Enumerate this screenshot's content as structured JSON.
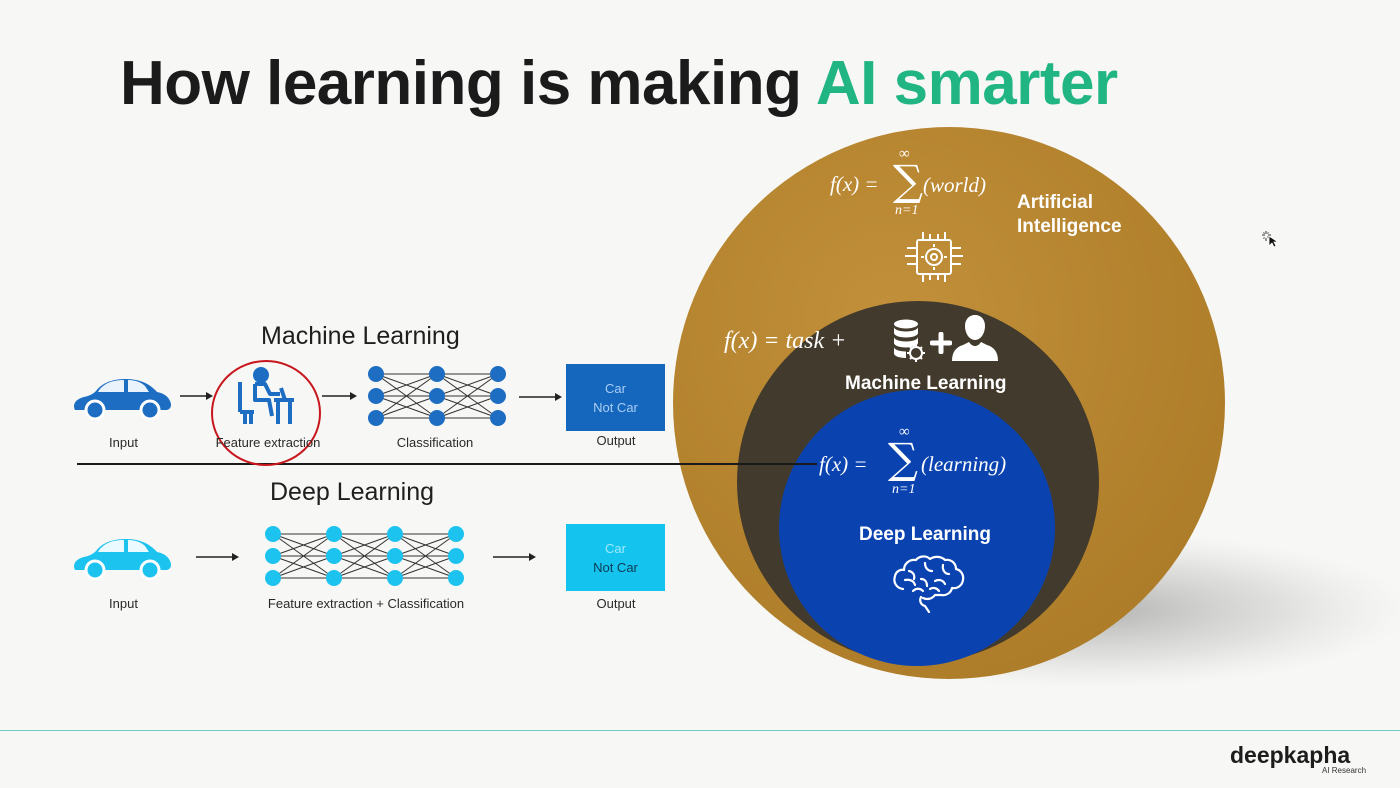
{
  "title": {
    "main": "How learning is making ",
    "accent": "AI smarter"
  },
  "machine_learning": {
    "heading": "Machine Learning",
    "captions": [
      "Input",
      "Feature extraction",
      "Classification",
      "Output"
    ],
    "output_lines": [
      "Car",
      "Not Car"
    ]
  },
  "deep_learning": {
    "heading": "Deep Learning",
    "captions": [
      "Input",
      "Feature extraction + Classification",
      "Output"
    ],
    "output_lines": [
      "Car",
      "Not Car"
    ]
  },
  "venn": {
    "ai": {
      "label_line1": "Artificial",
      "label_line2": "Intelligence",
      "formula_prefix": "f(x) = ",
      "sum_top": "∞",
      "sum_bottom": "n=1",
      "formula_term": "(world)"
    },
    "ml": {
      "label": "Machine Learning",
      "formula": "f(x) = task +"
    },
    "dl": {
      "label": "Deep Learning",
      "formula_prefix": "f(x) = ",
      "sum_top": "∞",
      "sum_bottom": "n=1",
      "formula_term": "(learning)"
    }
  },
  "footer": {
    "brand": "deepkapha",
    "brand_sub": "AI Research"
  },
  "colors": {
    "accent": "#20b583",
    "ai_gold": "#b8862f",
    "ml_dark": "#423a2c",
    "dl_blue": "#0a43b0",
    "ml_icon_blue": "#1d6ec2",
    "dl_icon_cyan": "#1dc3ef",
    "highlight_red": "#c8161d",
    "footer_teal": "#69cfc0"
  }
}
